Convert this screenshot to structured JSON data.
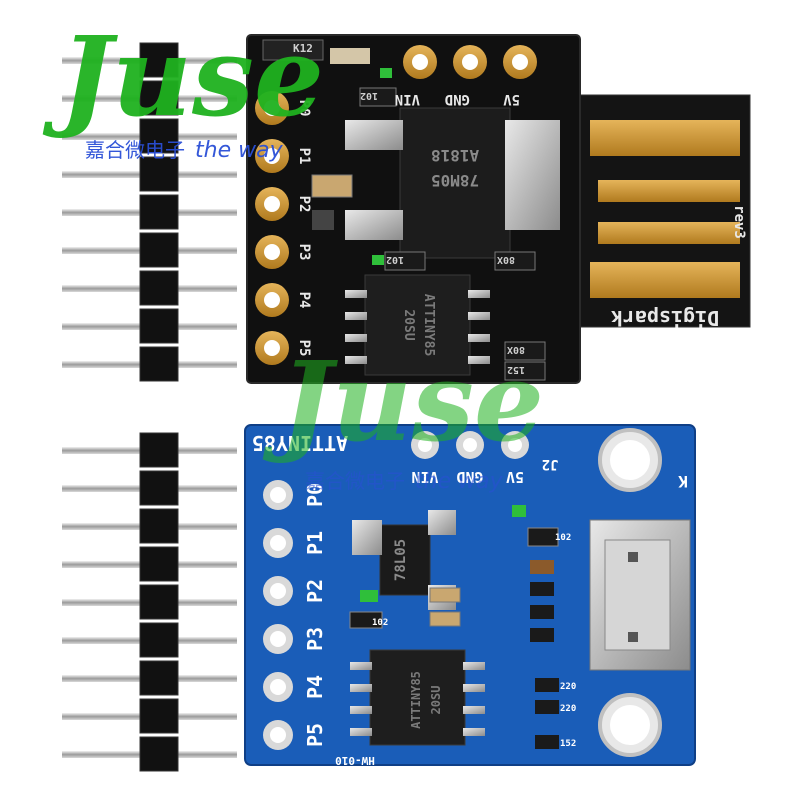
{
  "watermark": {
    "brand": "Juse",
    "subtitle_cn": "嘉合微电子",
    "subtitle_en": "the way"
  },
  "board_top": {
    "label_bottom": "Digispark",
    "rev": "rev3",
    "pin_labels": [
      "P0",
      "P1",
      "P2",
      "P3",
      "P4",
      "P5"
    ],
    "power_labels": [
      "VIN",
      "GND",
      "5V"
    ],
    "regulator_text": [
      "78M05",
      "A1818"
    ],
    "mcu_text": [
      "ATTINY85",
      "20SU"
    ],
    "small_labels": [
      "K12",
      "102",
      "102",
      "80X",
      "80X",
      "152"
    ]
  },
  "board_bottom": {
    "title": "ATTINY85",
    "conn": "J2",
    "k": "K",
    "pin_labels": [
      "P0",
      "P1",
      "P2",
      "P3",
      "P4",
      "P5"
    ],
    "power_labels": [
      "VIN",
      "GND",
      "5V"
    ],
    "regulator_text": [
      "78L05"
    ],
    "mcu_text": [
      "ATTINY85",
      "20SU"
    ],
    "small_labels": [
      "102",
      "102",
      "220",
      "220",
      "152"
    ],
    "bottom_text": "HW-010"
  },
  "colors": {
    "pcb_black": "#111111",
    "pcb_blue": "#1a5db8",
    "gold": "#c8922a",
    "brand_green": "#1fb21f",
    "brand_blue": "#2a4fd6"
  },
  "icons": [
    "pin-header",
    "usb-a-plug",
    "micro-usb-connector",
    "voltage-regulator-chip",
    "microcontroller-chip"
  ]
}
